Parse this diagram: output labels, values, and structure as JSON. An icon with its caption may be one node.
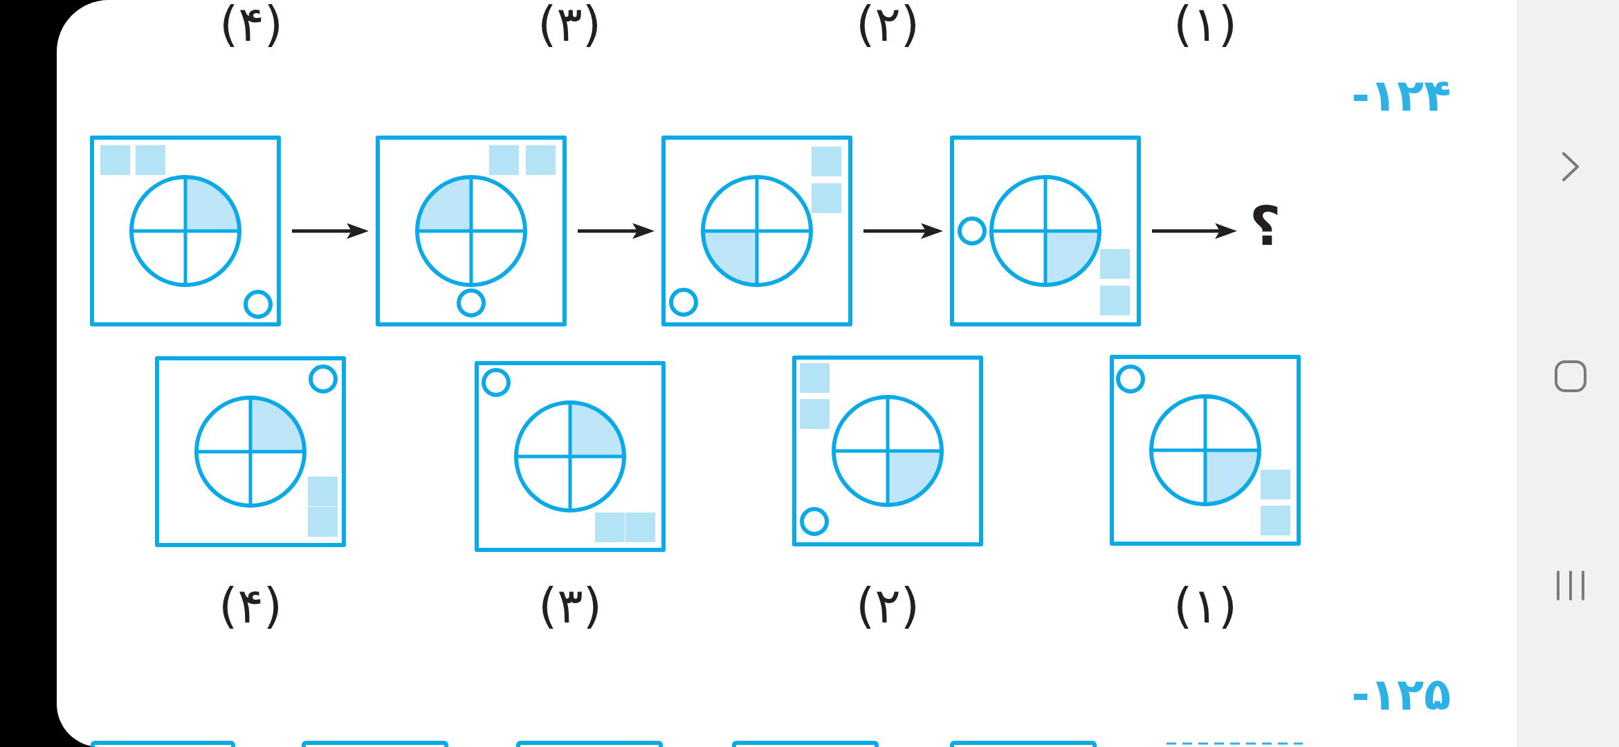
{
  "diagram": {
    "nodes": [
      {
        "text": [],
        "shape": "picture"
      },
      {
        "text": [],
        "shape": "picture"
      },
      {
        "text": [],
        "shape": "picture"
      },
      {
        "text": [],
        "shape": "picture"
      },
      {
        "text": [
          "؟"
        ]
      },
      {
        "text": [],
        "shape": "picture",
        "beside": [
          "(۱)"
        ]
      },
      {
        "text": [],
        "shape": "picture",
        "beside": [
          "(۲)"
        ]
      },
      {
        "text": [],
        "shape": "picture",
        "beside": [
          "(۳)"
        ]
      },
      {
        "text": [],
        "shape": "picture",
        "beside": [
          "(۴)"
        ]
      }
    ],
    "edges": [
      {
        "from": 0,
        "to": 1,
        "arrow": "to"
      },
      {
        "from": 1,
        "to": 2,
        "arrow": "to"
      },
      {
        "from": 2,
        "to": 3,
        "arrow": "to"
      },
      {
        "from": 3,
        "to": 4,
        "arrow": "to"
      }
    ],
    "labels": [
      "(۱)",
      "(۲)",
      "(۳)",
      "(۴)",
      "۱۲۴-",
      "۱۲۵-"
    ]
  }
}
